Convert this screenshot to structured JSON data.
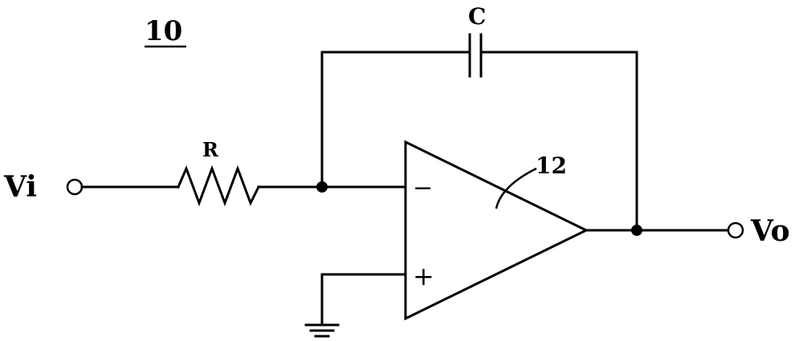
{
  "figure": {
    "figure_number": "10",
    "capacitor_label": "C",
    "resistor_label": "R",
    "input_label": "Vi",
    "output_label": "Vo",
    "opamp_ref": "12",
    "inverting_sign": "−",
    "noninverting_sign": "+"
  }
}
